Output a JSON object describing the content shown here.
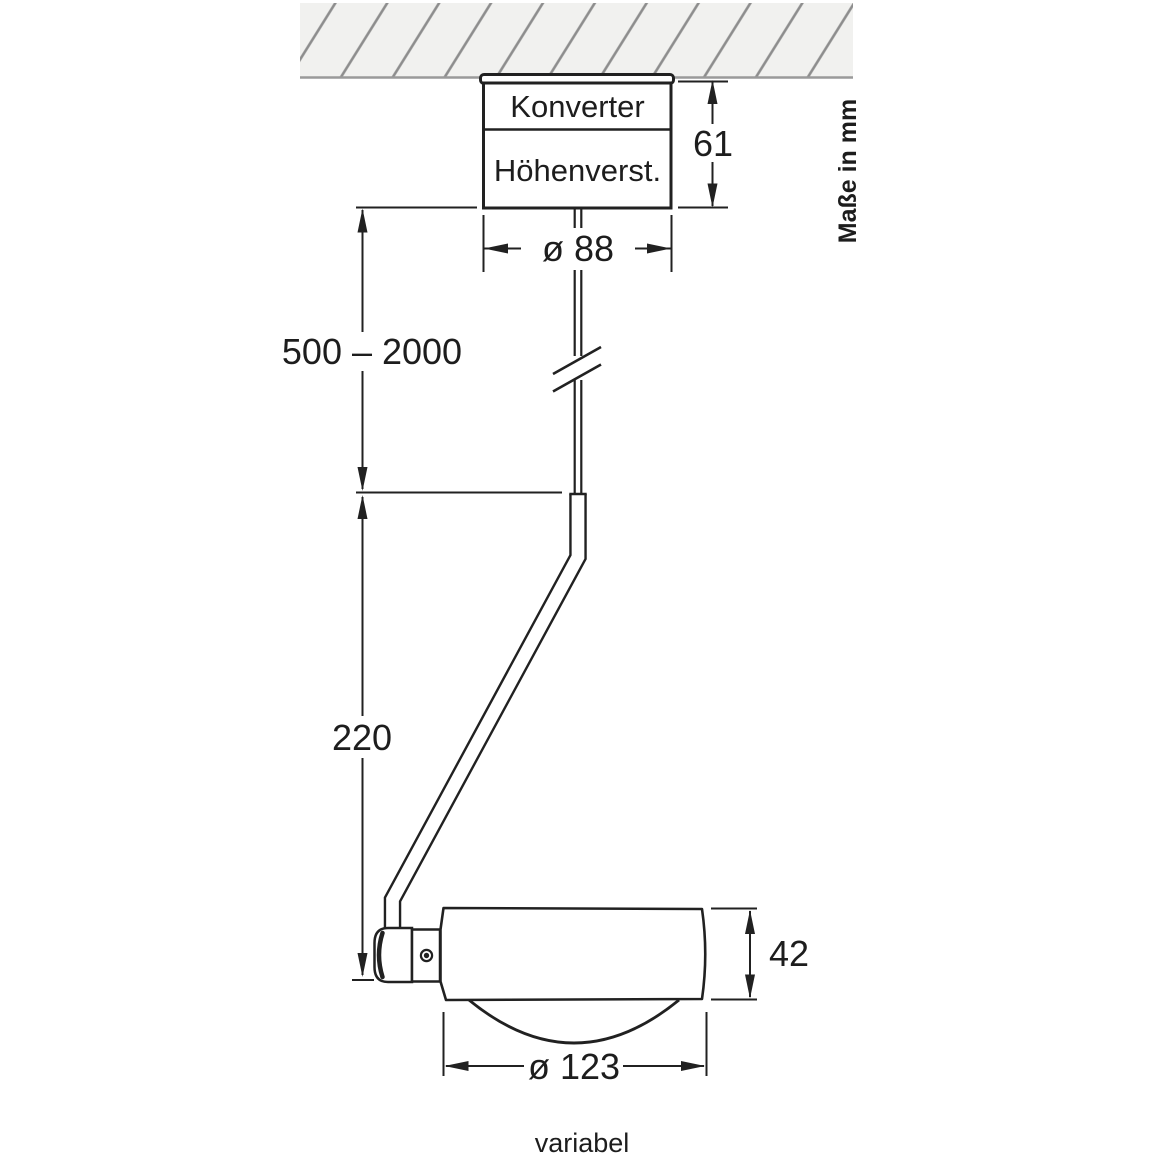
{
  "canopy": {
    "label_top": "Konverter",
    "label_bottom": "Höhenverst."
  },
  "dimensions": {
    "canopy_height": "61",
    "canopy_diameter": "ø 88",
    "suspension_range": "500 – 2000",
    "arm_height": "220",
    "head_height": "42",
    "head_diameter": "ø 123"
  },
  "annotations": {
    "units_note": "Maße in mm",
    "variable_note": "variabel"
  },
  "colors": {
    "ink": "#212121",
    "hatch_stroke": "#8d8d8d",
    "hatch_fill": "#f1f1ef",
    "ceiling_edge": "#9a9a9a",
    "background": "#ffffff"
  }
}
